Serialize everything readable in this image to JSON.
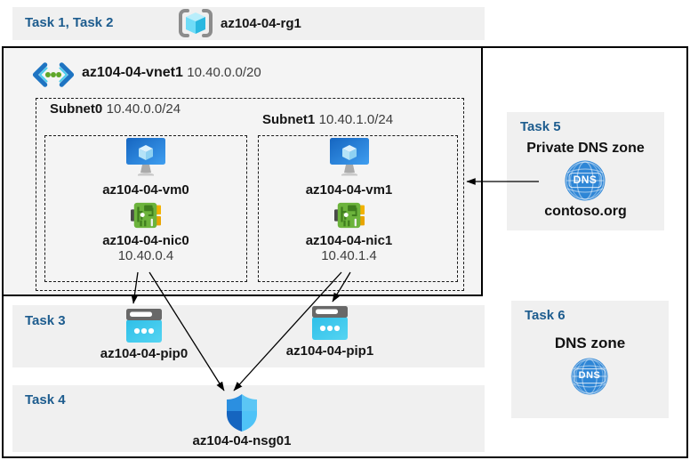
{
  "colors": {
    "task_label_blue": "#1d5c8e",
    "band_gray": "#f0f0f0",
    "frame_black": "#000000",
    "vm_blue": "#1d74cf",
    "nic_green": "#6cb33c",
    "pip_cyan": "#35c3ea",
    "nsg_blue": "#2196f3",
    "dns_blue": "#2e86d6",
    "vnet_icon_blue": "#1e74c2",
    "vnet_dot_green": "#5ea629"
  },
  "icons": {
    "resource_group": "resource-group-icon",
    "virtual_network": "virtual-network-icon",
    "virtual_machine": "virtual-machine-icon",
    "network_interface": "network-interface-icon",
    "public_ip": "public-ip-icon",
    "nsg_shield": "network-security-group-shield-icon",
    "dns_globe": "dns-globe-icon"
  },
  "header": {
    "task_label": "Task 1, Task 2",
    "resource_group_name": "az104-04-rg1"
  },
  "vnet": {
    "name": "az104-04-vnet1",
    "cidr": "10.40.0.0/20",
    "subnets": [
      {
        "name": "Subnet0",
        "cidr": "10.40.0.0/24",
        "vm": "az104-04-vm0",
        "nic": "az104-04-nic0",
        "ip": "10.40.0.4"
      },
      {
        "name": "Subnet1",
        "cidr": "10.40.1.0/24",
        "vm": "az104-04-vm1",
        "nic": "az104-04-nic1",
        "ip": "10.40.1.4"
      }
    ]
  },
  "task3": {
    "label": "Task 3",
    "pip0": "az104-04-pip0",
    "pip1": "az104-04-pip1"
  },
  "task4": {
    "label": "Task 4",
    "nsg": "az104-04-nsg01"
  },
  "task5": {
    "label": "Task 5",
    "title": "Private DNS zone",
    "zone_name": "contoso.org",
    "dns_badge": "DNS"
  },
  "task6": {
    "label": "Task 6",
    "title": "DNS zone",
    "dns_badge": "DNS"
  }
}
